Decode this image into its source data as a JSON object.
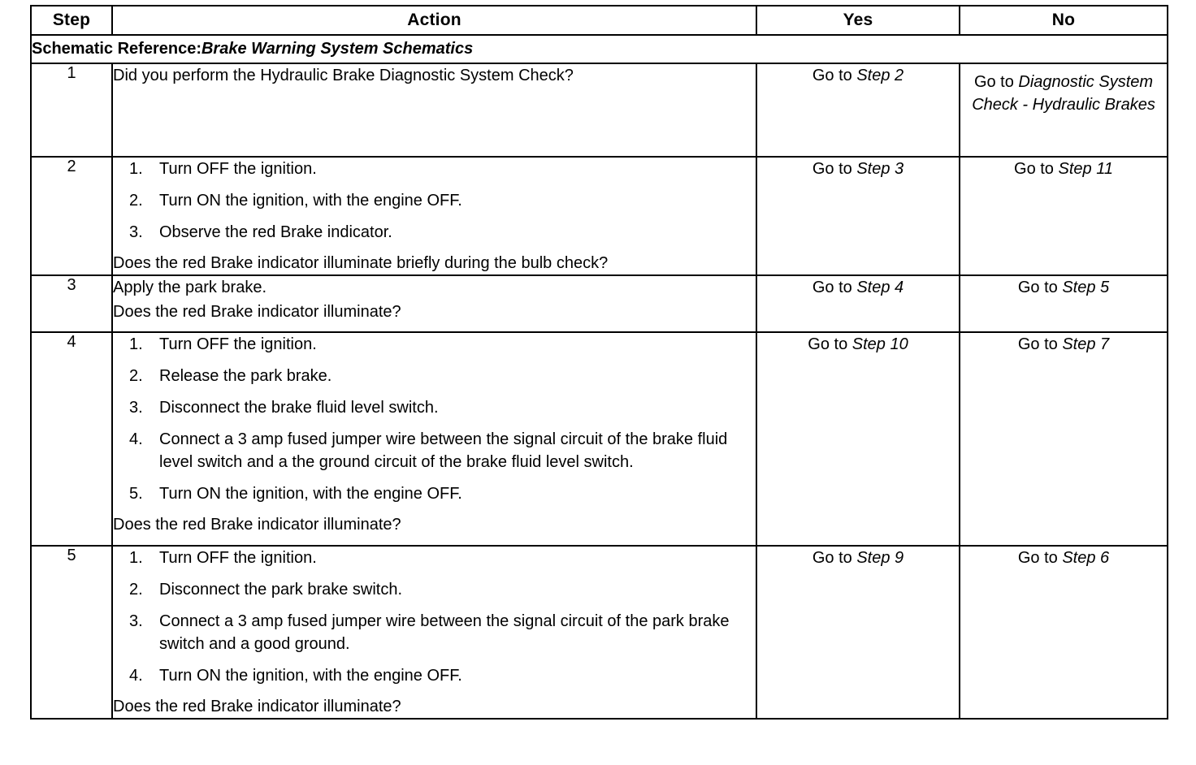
{
  "table": {
    "headers": {
      "step": "Step",
      "action": "Action",
      "yes": "Yes",
      "no": "No"
    },
    "schematic_reference": {
      "label": "Schematic Reference:",
      "value": "Brake Warning System Schematics"
    },
    "rows": [
      {
        "step": "1",
        "intro": "Did you perform the Hydraulic Brake Diagnostic System Check?",
        "items": [],
        "question": "",
        "yes_prefix": "Go to ",
        "yes_target": "Step 2",
        "no_prefix": "Go to ",
        "no_target": "Diagnostic System Check - Hydraulic Brakes"
      },
      {
        "step": "2",
        "intro": "",
        "items": [
          {
            "num": "1.",
            "text": "Turn OFF the ignition."
          },
          {
            "num": "2.",
            "text": "Turn ON the ignition, with the engine OFF."
          },
          {
            "num": "3.",
            "text": "Observe the red Brake indicator."
          }
        ],
        "question": "Does the red Brake indicator illuminate briefly during the bulb check?",
        "yes_prefix": "Go to ",
        "yes_target": "Step 3",
        "no_prefix": "Go to ",
        "no_target": "Step 11"
      },
      {
        "step": "3",
        "intro": "Apply the park brake.",
        "items": [],
        "question": "Does the red Brake indicator illuminate?",
        "yes_prefix": "Go to ",
        "yes_target": "Step 4",
        "no_prefix": "Go to ",
        "no_target": "Step 5"
      },
      {
        "step": "4",
        "intro": "",
        "items": [
          {
            "num": "1.",
            "text": "Turn OFF the ignition."
          },
          {
            "num": "2.",
            "text": "Release the park brake."
          },
          {
            "num": "3.",
            "text": "Disconnect the brake fluid level switch."
          },
          {
            "num": "4.",
            "text": "Connect a 3 amp fused jumper wire between the signal circuit of the brake fluid level switch and a the ground circuit of the brake fluid level switch."
          },
          {
            "num": "5.",
            "text": "Turn ON the ignition, with the engine OFF."
          }
        ],
        "question": "Does the red Brake indicator illuminate?",
        "yes_prefix": "Go to ",
        "yes_target": "Step 10",
        "no_prefix": "Go to ",
        "no_target": "Step 7"
      },
      {
        "step": "5",
        "intro": "",
        "items": [
          {
            "num": "1.",
            "text": "Turn OFF the ignition."
          },
          {
            "num": "2.",
            "text": "Disconnect the park brake switch."
          },
          {
            "num": "3.",
            "text": "Connect a 3 amp fused jumper wire between the signal circuit of the park brake switch and a good ground."
          },
          {
            "num": "4.",
            "text": "Turn ON the ignition, with the engine OFF."
          }
        ],
        "question": "Does the red Brake indicator illuminate?",
        "yes_prefix": "Go to ",
        "yes_target": "Step 9",
        "no_prefix": "Go to ",
        "no_target": "Step 6"
      }
    ]
  }
}
